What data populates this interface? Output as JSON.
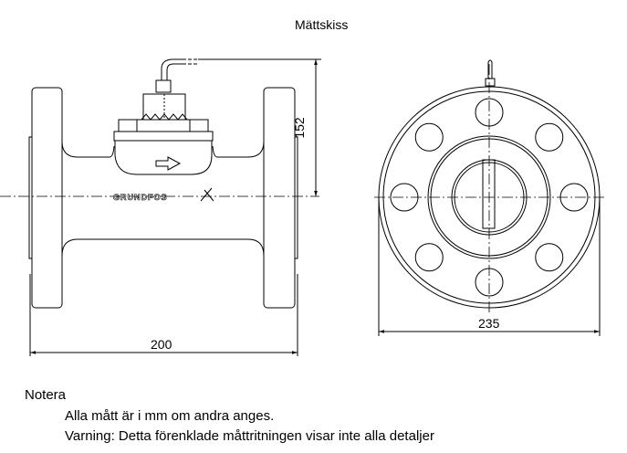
{
  "title": "Mättskiss",
  "drawing": {
    "side_view": {
      "height_dimension": "152",
      "length_dimension": "200",
      "logo": "GRUNDFOS"
    },
    "front_view": {
      "diameter_dimension": "235"
    }
  },
  "notes": {
    "heading": "Notera",
    "lines": [
      "Alla mått är i mm om andra anges.",
      "Varning: Detta förenklade måttritningen visar inte alla detaljer"
    ]
  }
}
